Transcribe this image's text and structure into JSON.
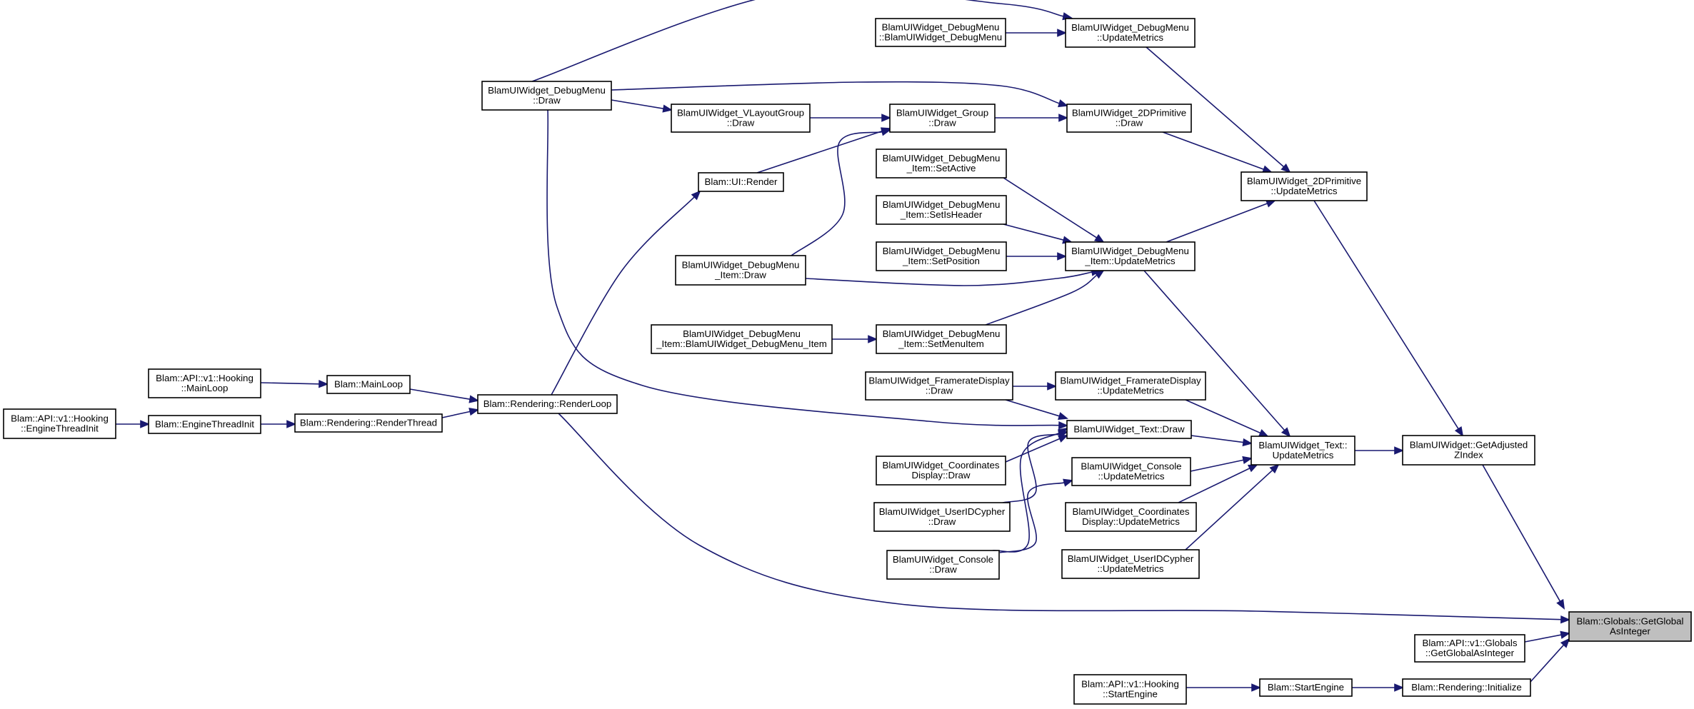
{
  "graph": {
    "title": "",
    "focus_node": "global_get",
    "nodes": [
      {
        "id": "global_get",
        "lines": [
          "Blam::Globals::GetGlobal",
          "AsInteger"
        ]
      },
      {
        "id": "api_globals",
        "lines": [
          "Blam::API::v1::Globals",
          "::GetGlobalAsInteger"
        ]
      },
      {
        "id": "get_adjusted",
        "lines": [
          "BlamUIWidget::GetAdjusted",
          "ZIndex"
        ]
      },
      {
        "id": "render_init",
        "lines": [
          "Blam::Rendering::Initialize"
        ]
      },
      {
        "id": "start_engine",
        "lines": [
          "Blam::StartEngine"
        ]
      },
      {
        "id": "api_hook_start",
        "lines": [
          "Blam::API::v1::Hooking",
          "::StartEngine"
        ]
      },
      {
        "id": "prim_update",
        "lines": [
          "BlamUIWidget_2DPrimitive",
          "::UpdateMetrics"
        ]
      },
      {
        "id": "text_update",
        "lines": [
          "BlamUIWidget_Text::",
          "UpdateMetrics"
        ]
      },
      {
        "id": "dm_update",
        "lines": [
          "BlamUIWidget_DebugMenu",
          "::UpdateMetrics"
        ]
      },
      {
        "id": "prim_draw",
        "lines": [
          "BlamUIWidget_2DPrimitive",
          "::Draw"
        ]
      },
      {
        "id": "dmi_update",
        "lines": [
          "BlamUIWidget_DebugMenu",
          "_Item::UpdateMetrics"
        ]
      },
      {
        "id": "dm_ctor",
        "lines": [
          "BlamUIWidget_DebugMenu",
          "::BlamUIWidget_DebugMenu"
        ]
      },
      {
        "id": "dm_draw",
        "lines": [
          "BlamUIWidget_DebugMenu",
          "::Draw"
        ]
      },
      {
        "id": "group_draw",
        "lines": [
          "BlamUIWidget_Group",
          "::Draw"
        ]
      },
      {
        "id": "vlayout_draw",
        "lines": [
          "BlamUIWidget_VLayoutGroup",
          "::Draw"
        ]
      },
      {
        "id": "ui_render",
        "lines": [
          "Blam::UI::Render"
        ]
      },
      {
        "id": "render_loop",
        "lines": [
          "Blam::Rendering::RenderLoop"
        ]
      },
      {
        "id": "main_loop",
        "lines": [
          "Blam::MainLoop"
        ]
      },
      {
        "id": "api_hook_mainloop",
        "lines": [
          "Blam::API::v1::Hooking",
          "::MainLoop"
        ]
      },
      {
        "id": "render_thread",
        "lines": [
          "Blam::Rendering::RenderThread"
        ]
      },
      {
        "id": "engine_thread_init",
        "lines": [
          "Blam::EngineThreadInit"
        ]
      },
      {
        "id": "api_hook_eti",
        "lines": [
          "Blam::API::v1::Hooking",
          "::EngineThreadInit"
        ]
      },
      {
        "id": "dmi_setactive",
        "lines": [
          "BlamUIWidget_DebugMenu",
          "_Item::SetActive"
        ]
      },
      {
        "id": "dmi_setisheader",
        "lines": [
          "BlamUIWidget_DebugMenu",
          "_Item::SetIsHeader"
        ]
      },
      {
        "id": "dmi_setposition",
        "lines": [
          "BlamUIWidget_DebugMenu",
          "_Item::SetPosition"
        ]
      },
      {
        "id": "dmi_draw",
        "lines": [
          "BlamUIWidget_DebugMenu",
          "_Item::Draw"
        ]
      },
      {
        "id": "dmi_setmenuitem",
        "lines": [
          "BlamUIWidget_DebugMenu",
          "_Item::SetMenuItem"
        ]
      },
      {
        "id": "dmi_ctor",
        "lines": [
          "BlamUIWidget_DebugMenu",
          "_Item::BlamUIWidget_DebugMenu_Item"
        ]
      },
      {
        "id": "fr_update",
        "lines": [
          "BlamUIWidget_FramerateDisplay",
          "::UpdateMetrics"
        ]
      },
      {
        "id": "fr_draw",
        "lines": [
          "BlamUIWidget_FramerateDisplay",
          "::Draw"
        ]
      },
      {
        "id": "text_draw",
        "lines": [
          "BlamUIWidget_Text::Draw"
        ]
      },
      {
        "id": "console_update",
        "lines": [
          "BlamUIWidget_Console",
          "::UpdateMetrics"
        ]
      },
      {
        "id": "coords_update",
        "lines": [
          "BlamUIWidget_Coordinates",
          "Display::UpdateMetrics"
        ]
      },
      {
        "id": "uid_update",
        "lines": [
          "BlamUIWidget_UserIDCypher",
          "::UpdateMetrics"
        ]
      },
      {
        "id": "coords_draw",
        "lines": [
          "BlamUIWidget_Coordinates",
          "Display::Draw"
        ]
      },
      {
        "id": "uid_draw",
        "lines": [
          "BlamUIWidget_UserIDCypher",
          "::Draw"
        ]
      },
      {
        "id": "console_draw",
        "lines": [
          "BlamUIWidget_Console",
          "::Draw"
        ]
      }
    ],
    "edges": [
      {
        "from": "api_globals",
        "to": "global_get"
      },
      {
        "from": "get_adjusted",
        "to": "global_get"
      },
      {
        "from": "render_init",
        "to": "global_get"
      },
      {
        "from": "render_loop",
        "to": "global_get"
      },
      {
        "from": "start_engine",
        "to": "render_init"
      },
      {
        "from": "api_hook_start",
        "to": "start_engine"
      },
      {
        "from": "prim_update",
        "to": "get_adjusted"
      },
      {
        "from": "text_update",
        "to": "get_adjusted"
      },
      {
        "from": "dm_update",
        "to": "prim_update"
      },
      {
        "from": "prim_draw",
        "to": "prim_update"
      },
      {
        "from": "dmi_update",
        "to": "prim_update"
      },
      {
        "from": "dm_ctor",
        "to": "dm_update"
      },
      {
        "from": "dm_draw",
        "to": "dm_update"
      },
      {
        "from": "dm_draw",
        "to": "prim_draw"
      },
      {
        "from": "group_draw",
        "to": "prim_draw"
      },
      {
        "from": "dm_draw",
        "to": "vlayout_draw"
      },
      {
        "from": "vlayout_draw",
        "to": "group_draw"
      },
      {
        "from": "ui_render",
        "to": "group_draw"
      },
      {
        "from": "dmi_draw",
        "to": "group_draw"
      },
      {
        "from": "render_loop",
        "to": "ui_render"
      },
      {
        "from": "main_loop",
        "to": "render_loop"
      },
      {
        "from": "render_thread",
        "to": "render_loop"
      },
      {
        "from": "api_hook_mainloop",
        "to": "main_loop"
      },
      {
        "from": "engine_thread_init",
        "to": "render_thread"
      },
      {
        "from": "api_hook_eti",
        "to": "engine_thread_init"
      },
      {
        "from": "dmi_setactive",
        "to": "dmi_update"
      },
      {
        "from": "dmi_setisheader",
        "to": "dmi_update"
      },
      {
        "from": "dmi_setposition",
        "to": "dmi_update"
      },
      {
        "from": "dmi_draw",
        "to": "dmi_update"
      },
      {
        "from": "dmi_setmenuitem",
        "to": "dmi_update"
      },
      {
        "from": "dmi_ctor",
        "to": "dmi_setmenuitem"
      },
      {
        "from": "dmi_update",
        "to": "text_update"
      },
      {
        "from": "fr_update",
        "to": "text_update"
      },
      {
        "from": "text_draw",
        "to": "text_update"
      },
      {
        "from": "console_update",
        "to": "text_update"
      },
      {
        "from": "coords_update",
        "to": "text_update"
      },
      {
        "from": "uid_update",
        "to": "text_update"
      },
      {
        "from": "fr_draw",
        "to": "fr_update"
      },
      {
        "from": "fr_draw",
        "to": "text_draw"
      },
      {
        "from": "dm_draw",
        "to": "text_draw"
      },
      {
        "from": "coords_draw",
        "to": "text_draw"
      },
      {
        "from": "uid_draw",
        "to": "text_draw"
      },
      {
        "from": "console_draw",
        "to": "text_draw"
      },
      {
        "from": "console_draw",
        "to": "console_update"
      }
    ]
  }
}
